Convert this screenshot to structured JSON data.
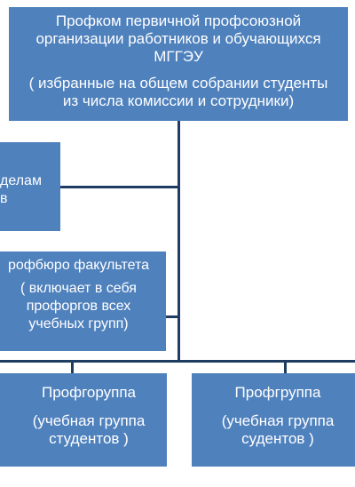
{
  "top": {
    "lines": [
      "Профком первичной профсоюзной",
      "организации работников и обучающихся",
      "МГГЭУ"
    ],
    "sub_lines": [
      "( избранные на общем собрании студенты",
      "из числа комиссии и сотрудники)"
    ]
  },
  "commission": {
    "lines": [
      "делам",
      "в"
    ]
  },
  "faculty": {
    "lines": [
      "рофбюро факультета"
    ],
    "sub_lines": [
      "( включает в себя",
      "профоргов всех",
      "учебных групп)"
    ]
  },
  "group1": {
    "title": "Профгоруппа",
    "sub_lines": [
      "(учебная группа",
      "студентов )"
    ]
  },
  "group2": {
    "title": "Профгруппа",
    "sub_lines": [
      "(учебная группа",
      "судентов )"
    ]
  },
  "colors": {
    "box_fill": "#4f81bd",
    "box_text": "#ffffff",
    "connector": "#1f3d63"
  }
}
